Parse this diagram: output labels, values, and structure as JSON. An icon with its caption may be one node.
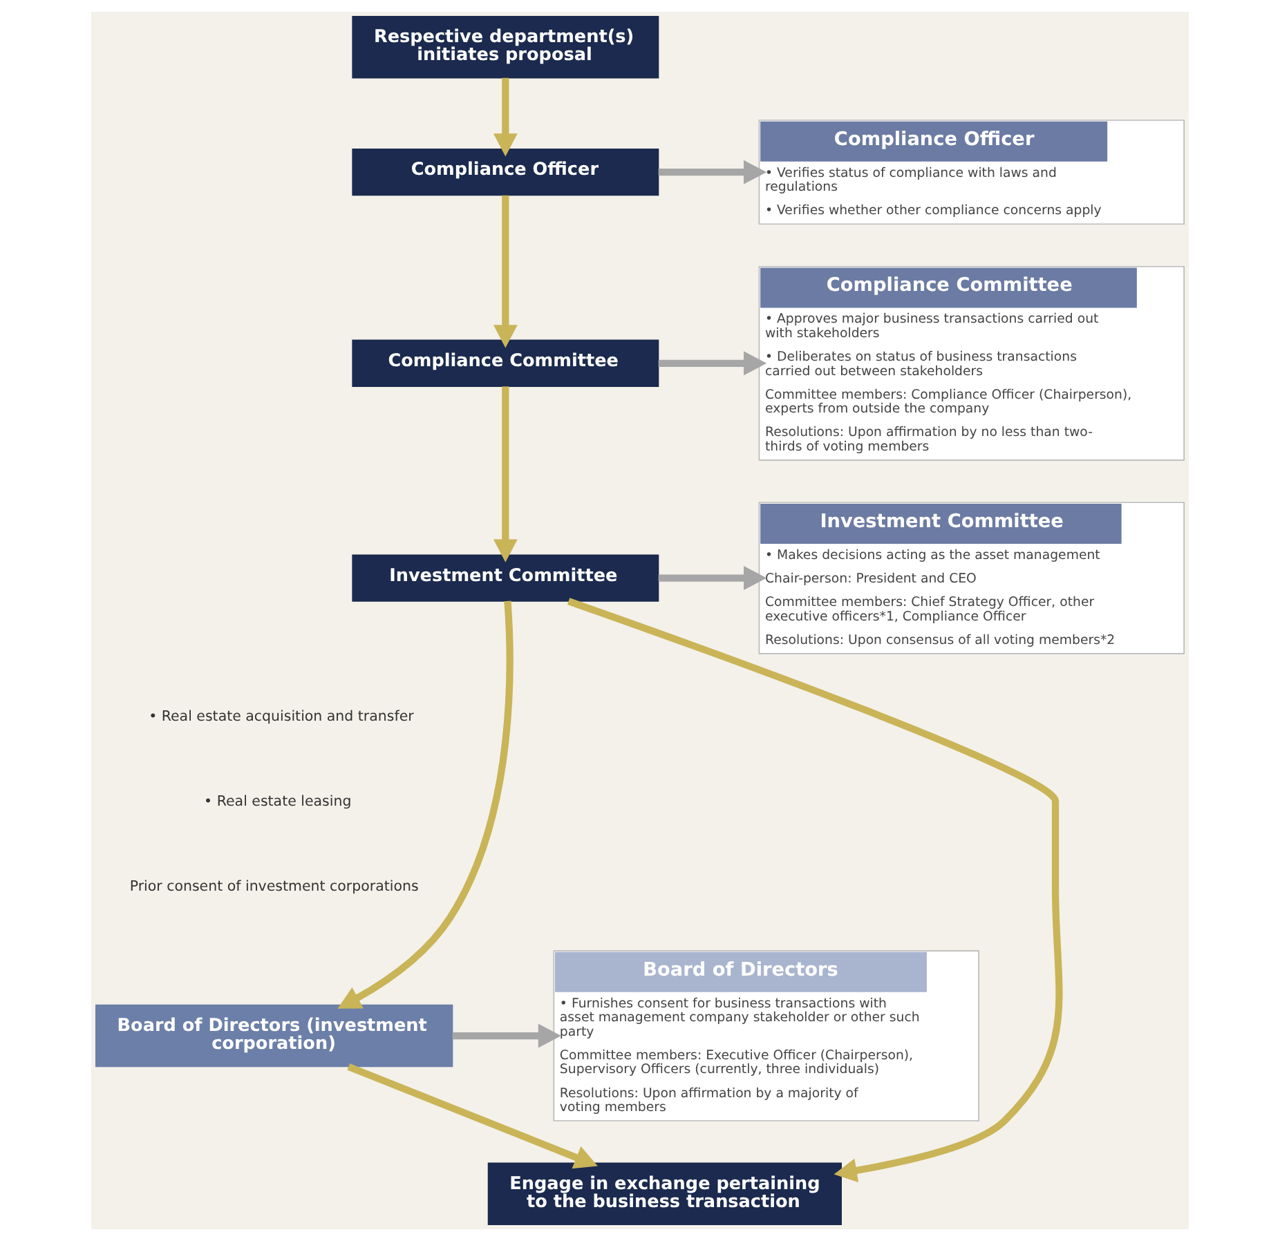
{
  "diagram": {
    "nodes": [
      {
        "text": [
          "Respective department(s) initiates proposal"
        ]
      },
      {
        "text": [
          "Compliance Officer"
        ]
      },
      {
        "text": [
          "Compliance Committee"
        ]
      },
      {
        "text": [
          "Investment Committee"
        ]
      },
      {
        "text": [
          "Board of Directors (investment corporation)"
        ]
      },
      {
        "text": [
          "Engage in exchange pertaining to the business transaction"
        ]
      },
      {
        "text": [
          "Compliance Officer",
          "• Verifies status of compliance with laws and regulations",
          "• Verifies whether other compliance concerns apply"
        ]
      },
      {
        "text": [
          "Compliance Committee",
          "• Approves major business transactions carried out with stakeholders",
          "• Deliberates on status of business transactions carried out between stakeholders",
          "Committee members: Compliance Officer (Chairperson), experts from outside the company",
          "Resolutions: Upon affirmation by no less than two-thirds of voting members"
        ]
      },
      {
        "text": [
          "Investment Committee",
          "• Makes decisions acting as the asset management",
          "Chair-person: President and CEO",
          "Committee members: Chief Strategy Officer, other executive officers*1, Compliance Officer",
          "Resolutions: Upon consensus of all voting members*2"
        ]
      },
      {
        "text": [
          "Board of Directors",
          "• Furnishes consent for business transactions with asset management company stakeholder or other such party",
          "Committee members: Executive Officer (Chairperson), Supervisory Officers (currently, three individuals)",
          "Resolutions: Upon affirmation by a majority of voting members"
        ]
      }
    ],
    "edges": [
      {
        "from": 0,
        "to": 1,
        "arrow": "to"
      },
      {
        "from": 1,
        "to": 2,
        "arrow": "to"
      },
      {
        "from": 2,
        "to": 3,
        "arrow": "to"
      },
      {
        "from": 3,
        "to": 4,
        "arrow": "to"
      },
      {
        "from": 4,
        "to": 5,
        "arrow": "to"
      },
      {
        "from": 3,
        "to": 5,
        "arrow": "to"
      },
      {
        "from": 1,
        "to": 6,
        "arrow": "to",
        "color": "#a6a6a6"
      },
      {
        "from": 2,
        "to": 7,
        "arrow": "to",
        "color": "#a6a6a6"
      },
      {
        "from": 3,
        "to": 8,
        "arrow": "to",
        "color": "#a6a6a6"
      },
      {
        "from": 4,
        "to": 9,
        "arrow": "to",
        "color": "#a6a6a6"
      }
    ],
    "labels": [
      "• Real estate acquisition and transfer",
      "• Real estate leasing",
      "Prior consent of investment corporations"
    ]
  }
}
